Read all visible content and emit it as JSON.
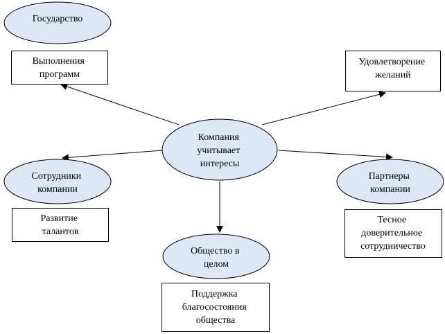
{
  "center": {
    "lines": [
      "Компания",
      "учитывает",
      "интересы"
    ]
  },
  "nodes": [
    {
      "id": "state",
      "ellipse": [
        "Государство"
      ],
      "box": [
        "Выполнения",
        "программ"
      ]
    },
    {
      "id": "desires",
      "box": [
        "Удовлетворение",
        "желаний"
      ]
    },
    {
      "id": "employees",
      "ellipse": [
        "Сотрудники",
        "компании"
      ],
      "box": [
        "Развитие",
        "талантов"
      ]
    },
    {
      "id": "partners",
      "ellipse": [
        "Партнеры",
        "компании"
      ],
      "box": [
        "Тесное",
        "доверительное",
        "сотрудничество"
      ]
    },
    {
      "id": "society",
      "ellipse": [
        "Общество в",
        "целом"
      ],
      "box": [
        "Поддержка",
        "благосостояния",
        "общества"
      ]
    }
  ],
  "colors": {
    "ellipse_fill": "#dce8f5",
    "stroke": "#000000",
    "box_fill": "#ffffff"
  }
}
